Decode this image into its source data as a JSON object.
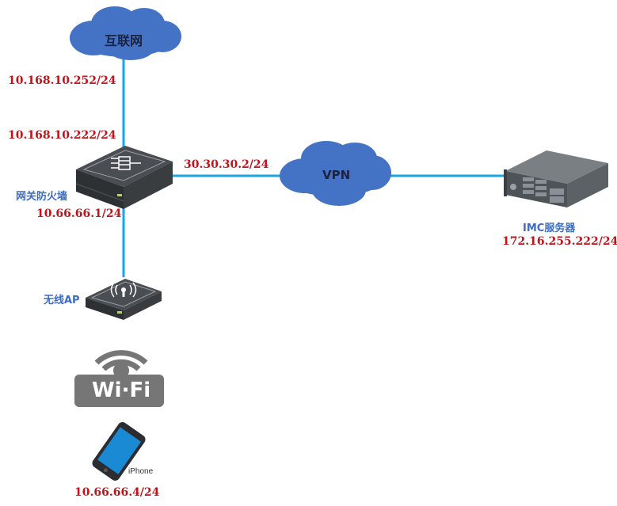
{
  "title": "网络拓扑图",
  "colors": {
    "link": "#1aa6e0",
    "cloud": "#4472c4",
    "ip_text": "#c0141b",
    "node_label": "#3f6cbf",
    "device_dark": "#3a3d40",
    "wifi_gray": "#767676",
    "phone_screen": "#1a8ad4"
  },
  "nodes": {
    "internet": {
      "label": "互联网",
      "icon": "cloud-icon"
    },
    "vpn": {
      "label": "VPN",
      "icon": "cloud-icon"
    },
    "firewall": {
      "label": "网关防火墙",
      "icon": "firewall-icon"
    },
    "imc_server": {
      "label": "IMC服务器",
      "icon": "server-icon"
    },
    "wireless_ap": {
      "label": "无线AP",
      "icon": "wireless-ap-icon"
    },
    "wifi": {
      "label": "Wi·Fi",
      "icon": "wifi-icon"
    },
    "iphone": {
      "label": "iPhone",
      "icon": "phone-icon"
    }
  },
  "addresses": {
    "internet_side": "10.168.10.252/24",
    "firewall_wan": "10.168.10.222/24",
    "firewall_vpn": "30.30.30.2/24",
    "firewall_lan": "10.66.66.1/24",
    "imc_server": "172.16.255.222/24",
    "iphone": "10.66.66.4/24"
  },
  "links": [
    {
      "from": "internet",
      "to": "firewall"
    },
    {
      "from": "firewall",
      "to": "vpn"
    },
    {
      "from": "vpn",
      "to": "imc_server"
    },
    {
      "from": "firewall",
      "to": "wireless_ap"
    }
  ]
}
